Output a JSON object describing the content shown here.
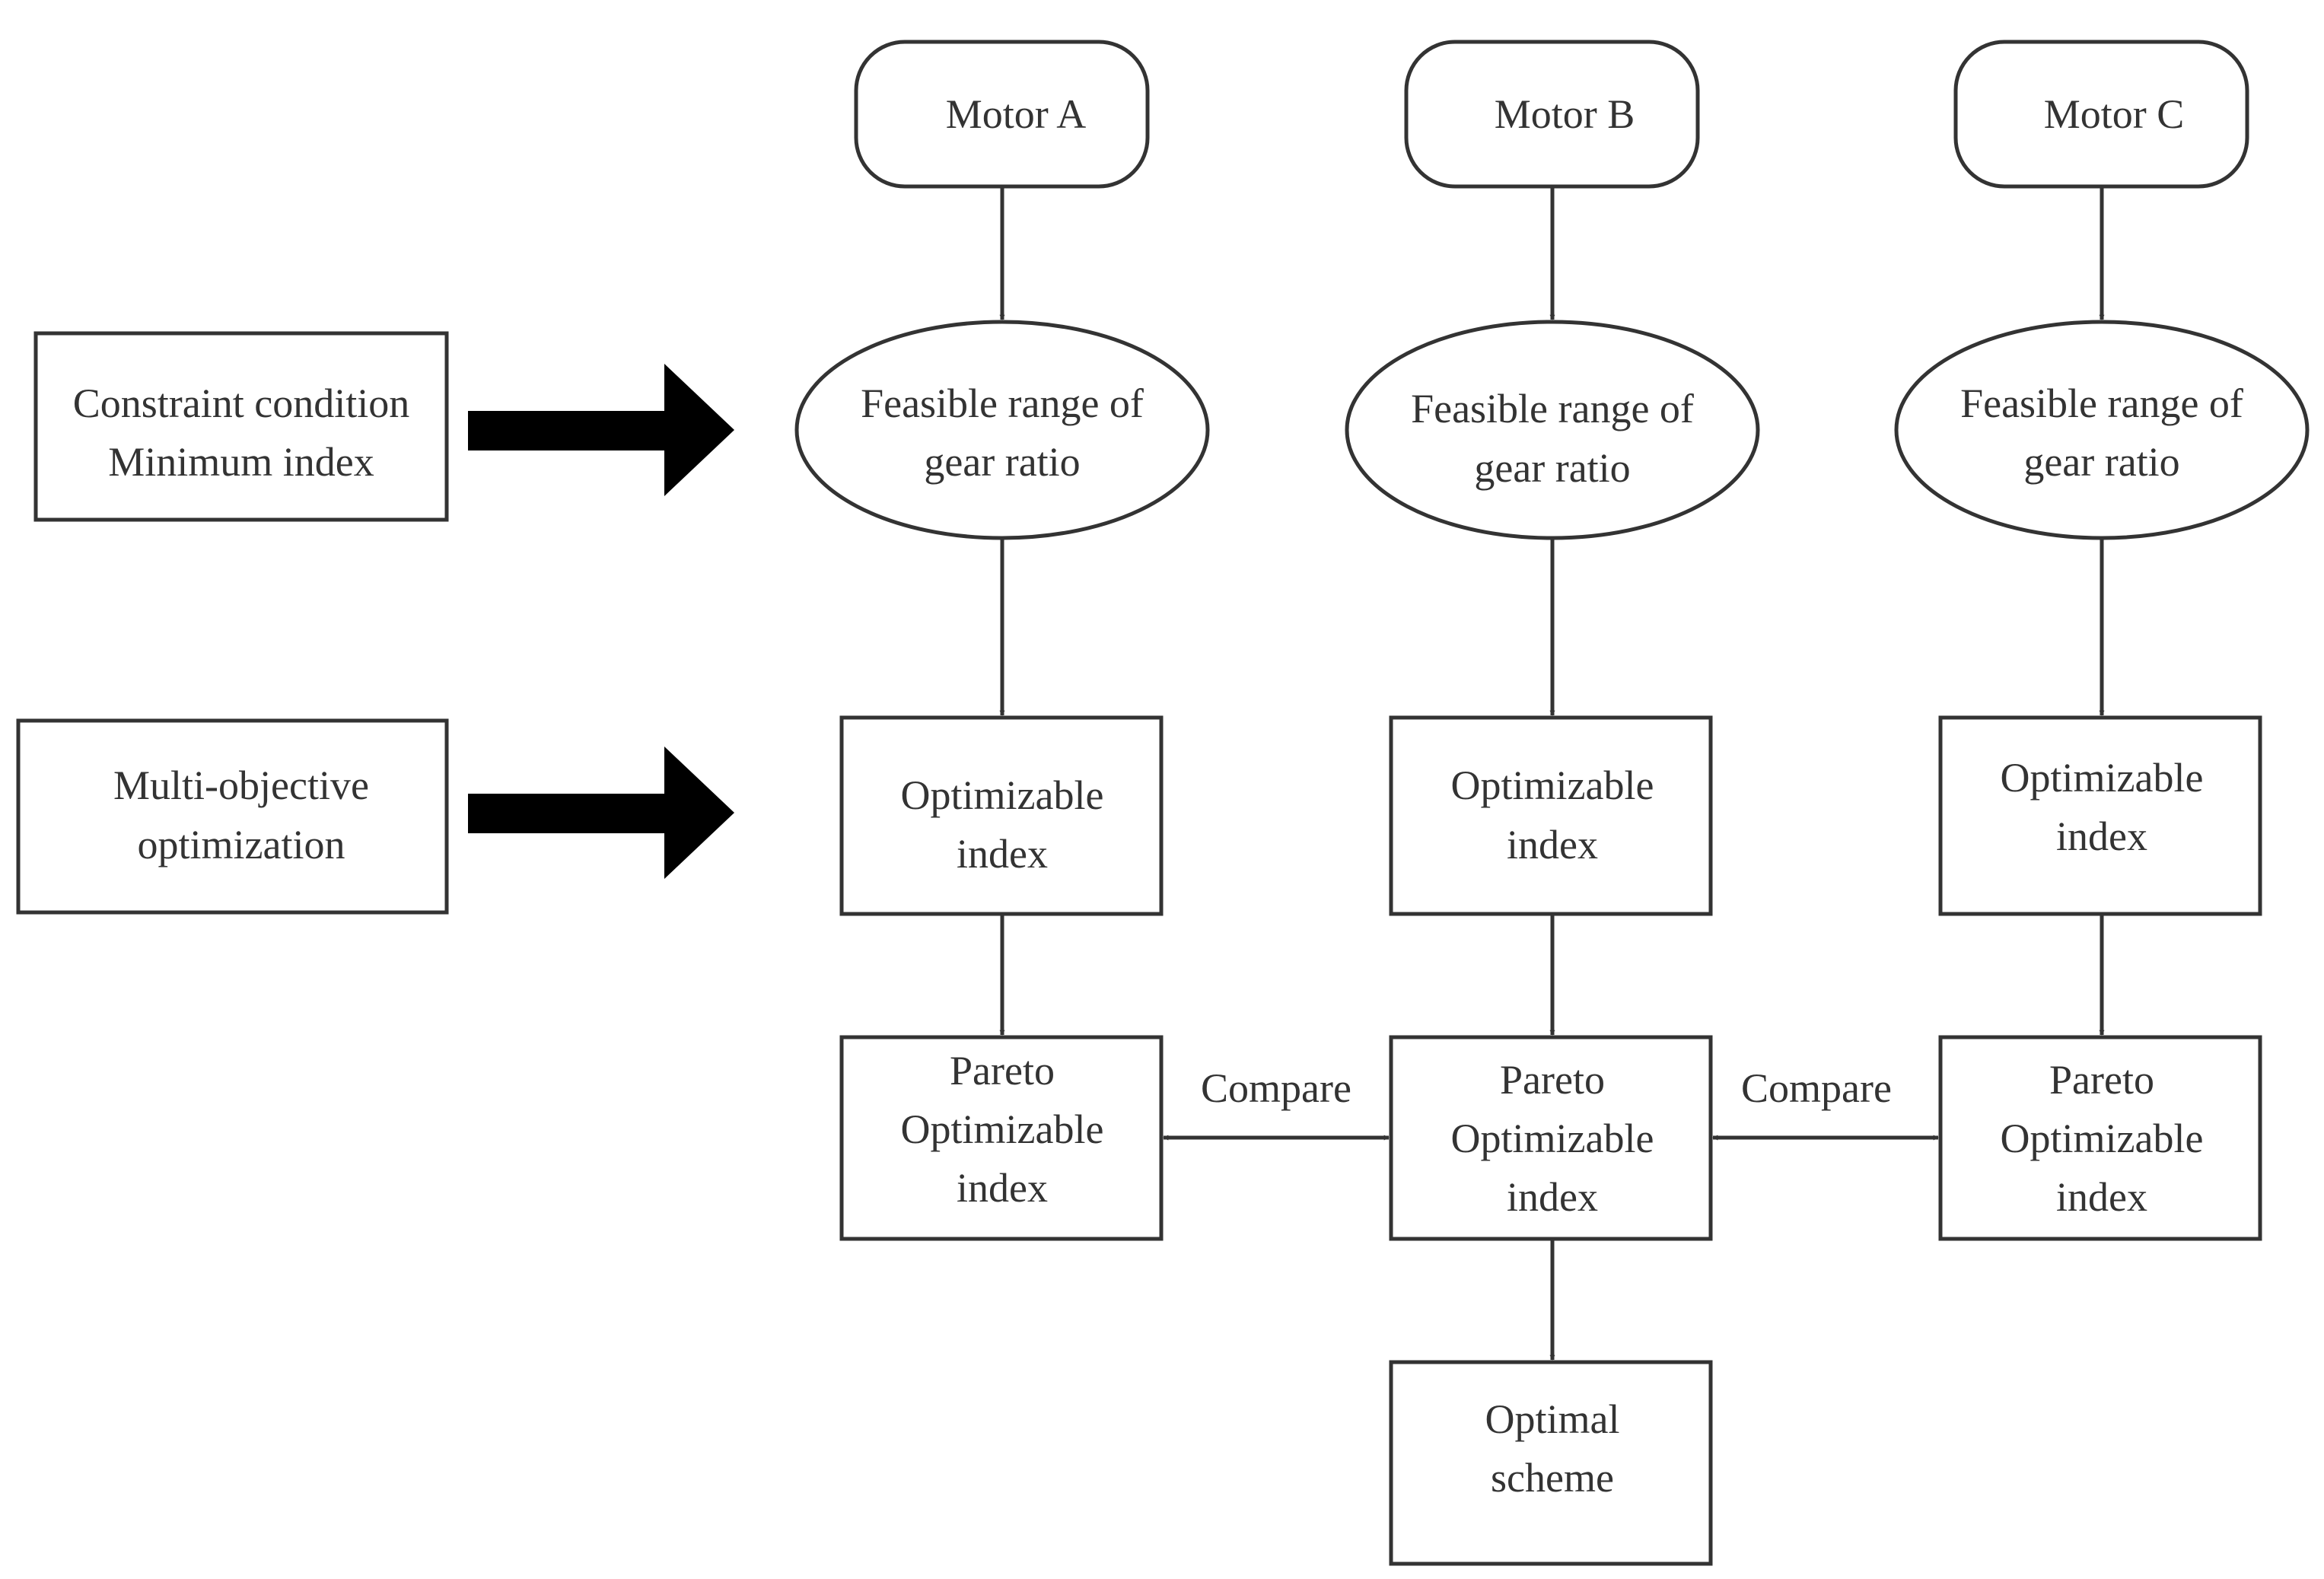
{
  "inputs": {
    "constraint": [
      "Constraint condition",
      "Minimum index"
    ],
    "multi_objective": [
      "Multi-objective",
      "optimization"
    ]
  },
  "columns": [
    {
      "motor": "Motor A",
      "feasible": [
        "Feasible range of",
        "gear ratio"
      ],
      "optimizable": [
        "Optimizable",
        "index"
      ],
      "pareto": [
        "Pareto",
        "Optimizable",
        "index"
      ]
    },
    {
      "motor": "Motor B",
      "feasible": [
        "Feasible range of",
        "gear ratio"
      ],
      "optimizable": [
        "Optimizable",
        "index"
      ],
      "pareto": [
        "Pareto",
        "Optimizable",
        "index"
      ]
    },
    {
      "motor": "Motor C",
      "feasible": [
        "Feasible range of",
        "gear ratio"
      ],
      "optimizable": [
        "Optimizable",
        "index"
      ],
      "pareto": [
        "Pareto",
        "Optimizable",
        "index"
      ]
    }
  ],
  "compare_labels": [
    "Compare",
    "Compare"
  ],
  "optimal": [
    "Optimal",
    "scheme"
  ]
}
